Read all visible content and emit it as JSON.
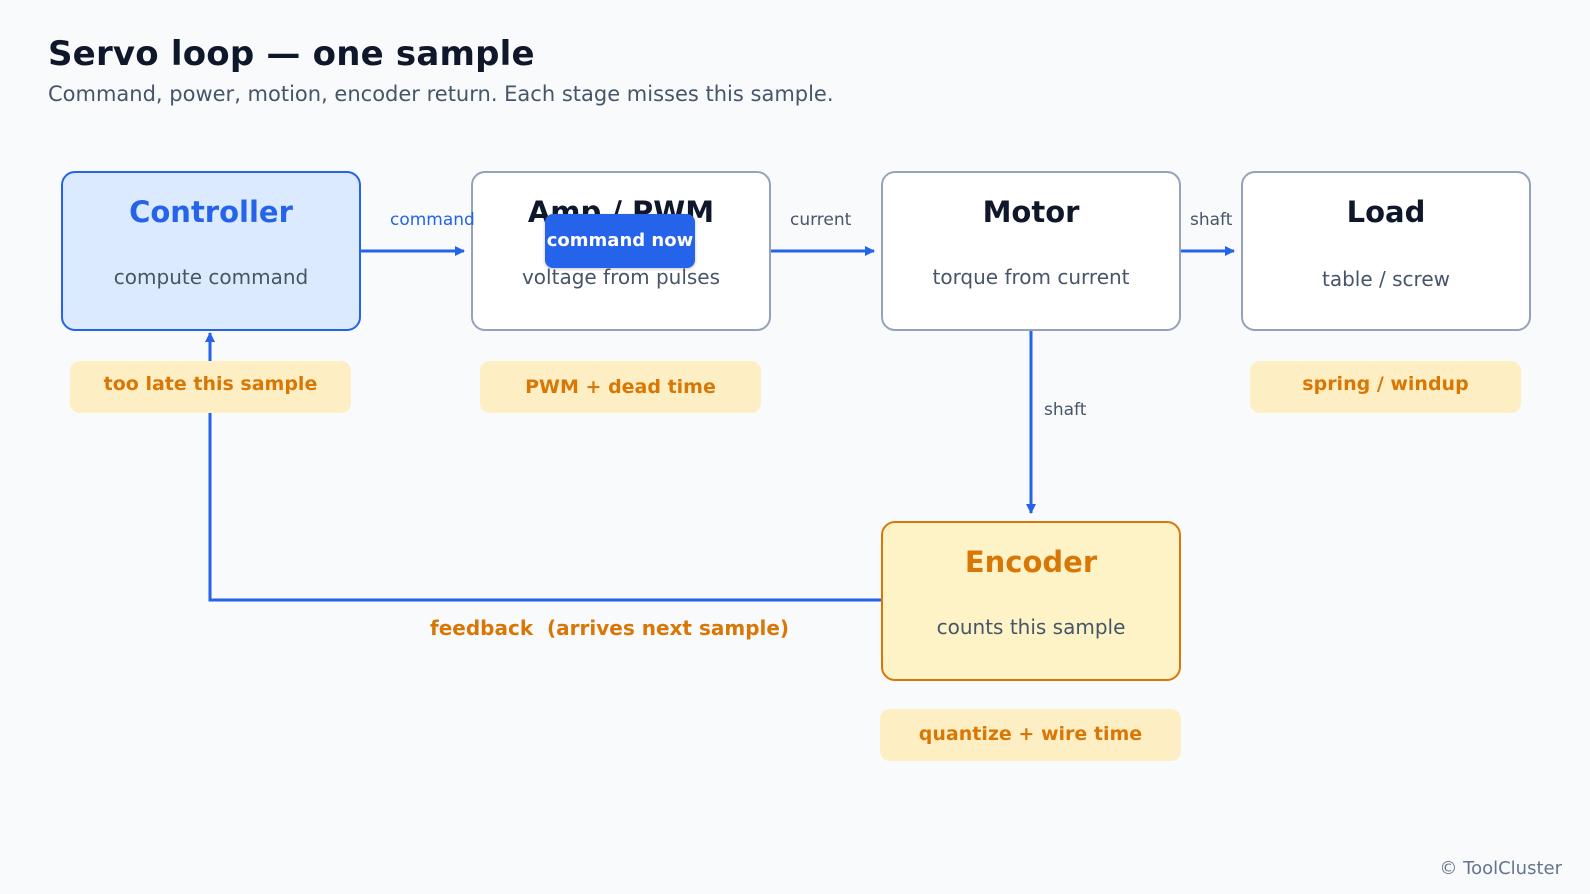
{
  "header": {
    "title": "Servo loop — one sample",
    "subtitle": "Command, power, motion, encoder return. Each stage misses this sample."
  },
  "nodes": {
    "controller": {
      "name": "Controller",
      "desc": "compute command"
    },
    "amp": {
      "name": "Amp / PWM",
      "desc": "voltage from pulses"
    },
    "motor": {
      "name": "Motor",
      "desc": "torque from current"
    },
    "load": {
      "name": "Load",
      "desc": "table / screw"
    },
    "encoder": {
      "name": "Encoder",
      "desc": "counts this sample"
    }
  },
  "notes": {
    "controller": "too late this sample",
    "amp": "PWM + dead time",
    "load": "spring / windup",
    "encoder": "quantize + wire time"
  },
  "edges": {
    "command": "command",
    "current": "current",
    "shaft_load": "shaft",
    "shaft_encoder": "shaft",
    "feedback": "feedback  (arrives next sample)"
  },
  "badge": {
    "label": "command now"
  },
  "footer": {
    "copyright": "© ToolCluster"
  },
  "colors": {
    "accent": "#2563eb",
    "warning": "#d97706",
    "note_bg": "#fdefc3",
    "node_border": "#94a3b8"
  }
}
